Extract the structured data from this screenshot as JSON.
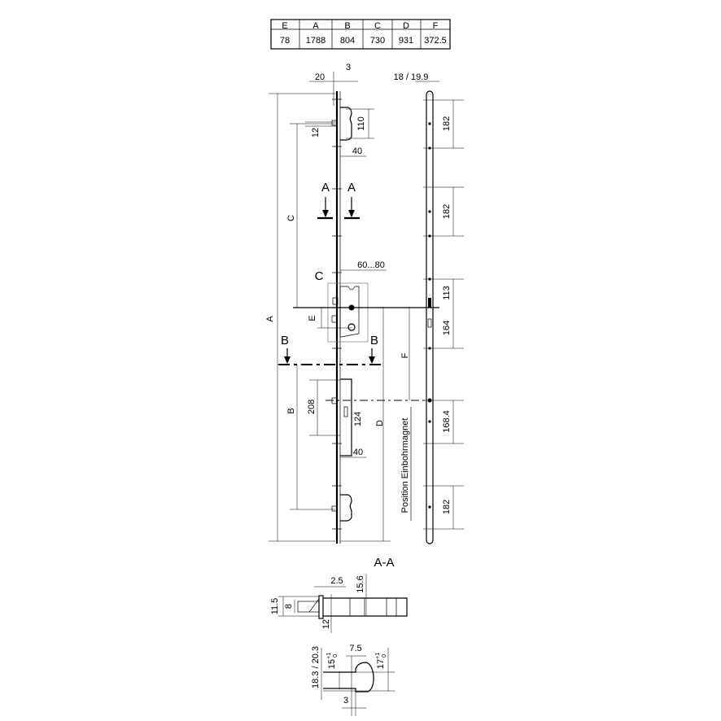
{
  "table": {
    "headers": [
      "E",
      "A",
      "B",
      "C",
      "D",
      "F"
    ],
    "values": [
      "78",
      "1788",
      "804",
      "730",
      "931",
      "372.5"
    ]
  },
  "main_view": {
    "dim_20": "20",
    "dim_3": "3",
    "dim_110": "110",
    "dim_12": "12",
    "dim_40_top": "40",
    "section_a_left": "A",
    "section_a_right": "A",
    "label_c_dim": "C",
    "label_a_dim": "A",
    "label_c_detail": "C",
    "dim_60_80": "60...80",
    "label_e": "E",
    "section_b_left": "B",
    "section_b_right": "B",
    "label_b_dim": "B",
    "dim_208": "208",
    "dim_124": "124",
    "dim_40_bottom": "40",
    "label_d": "D",
    "label_f": "F",
    "magnet_position": "Position Einbohrmagnet"
  },
  "side_view": {
    "thickness": "18 / 19.9",
    "dims": [
      "182",
      "182",
      "113",
      "164",
      "168.4",
      "182"
    ]
  },
  "section_aa": {
    "title": "A-A",
    "dim_11_5": "11.5",
    "dim_8": "8",
    "dim_2_5": "2.5",
    "dim_15_6": "15.6",
    "dim_12": "12"
  },
  "profile_section": {
    "dim_18_3_20_3": "18.3 / 20.3",
    "dim_15": "15",
    "tol_15_upper": "+1",
    "tol_15_lower": "0",
    "dim_7_5": "7.5",
    "dim_17": "17",
    "tol_17_upper": "+1",
    "tol_17_lower": "0",
    "dim_3": "3"
  }
}
